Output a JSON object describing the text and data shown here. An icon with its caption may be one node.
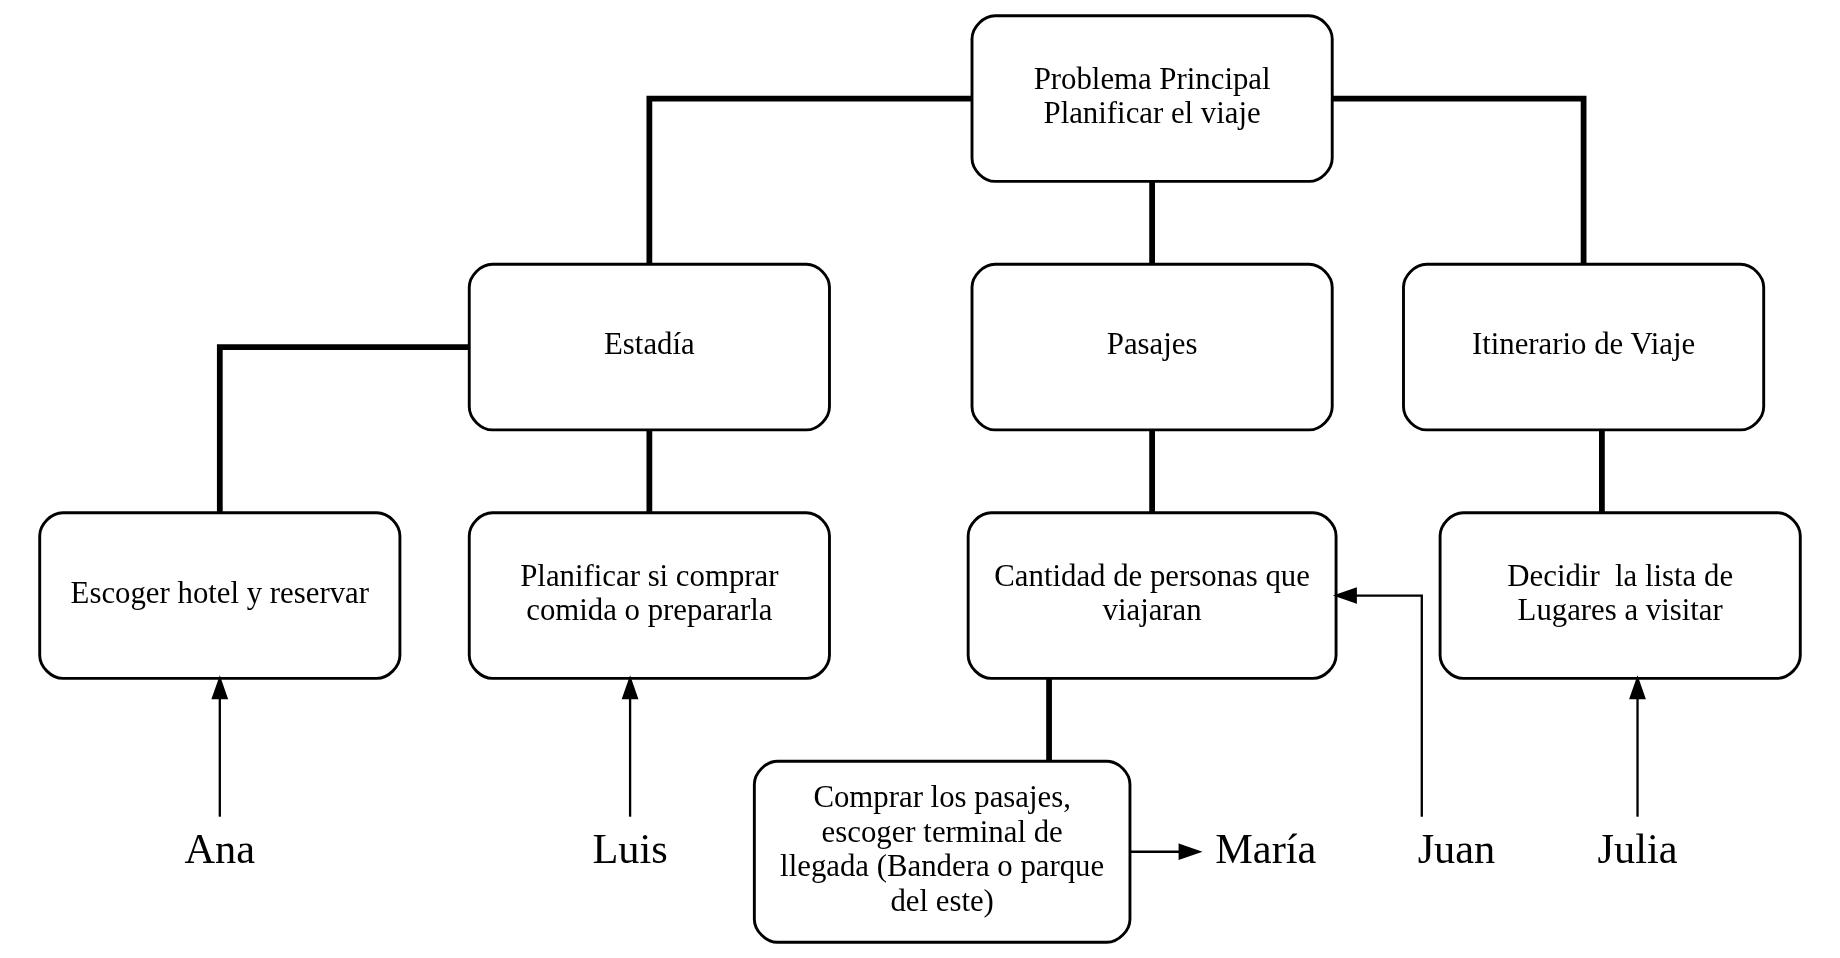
{
  "diagram": {
    "nodes": [
      {
        "text": [
          "Problema Principal",
          "Planificar el viaje"
        ]
      },
      {
        "text": [
          "Estadía"
        ]
      },
      {
        "text": [
          "Pasajes"
        ]
      },
      {
        "text": [
          "Itinerario de Viaje"
        ]
      },
      {
        "text": [
          "Escoger hotel y reservar"
        ]
      },
      {
        "text": [
          "Planificar si comprar comida o prepararla"
        ]
      },
      {
        "text": [
          "Cantidad de personas que viajaran"
        ]
      },
      {
        "text": [
          "Decidir  la lista de Lugares a visitar"
        ]
      },
      {
        "text": [
          "Comprar los pasajes, escoger terminal de llegada (Bandera o parque del este)"
        ]
      },
      {
        "text": [
          "Ana"
        ]
      },
      {
        "text": [
          "Luis"
        ]
      },
      {
        "text": [
          "Juan"
        ]
      },
      {
        "text": [
          "Julia"
        ]
      },
      {
        "text": [
          "María"
        ]
      }
    ],
    "edges": [
      {
        "from": 0,
        "to": 1,
        "arrow": "none"
      },
      {
        "from": 0,
        "to": 2,
        "arrow": "none"
      },
      {
        "from": 0,
        "to": 3,
        "arrow": "none"
      },
      {
        "from": 1,
        "to": 4,
        "arrow": "none"
      },
      {
        "from": 1,
        "to": 5,
        "arrow": "none"
      },
      {
        "from": 2,
        "to": 6,
        "arrow": "none"
      },
      {
        "from": 3,
        "to": 7,
        "arrow": "none"
      },
      {
        "from": 6,
        "to": 8,
        "arrow": "none"
      },
      {
        "from": 9,
        "to": 4,
        "arrow": "to"
      },
      {
        "from": 10,
        "to": 5,
        "arrow": "to"
      },
      {
        "from": 11,
        "to": 6,
        "arrow": "to"
      },
      {
        "from": 12,
        "to": 7,
        "arrow": "to"
      },
      {
        "from": 8,
        "to": 13,
        "arrow": "to"
      }
    ]
  }
}
